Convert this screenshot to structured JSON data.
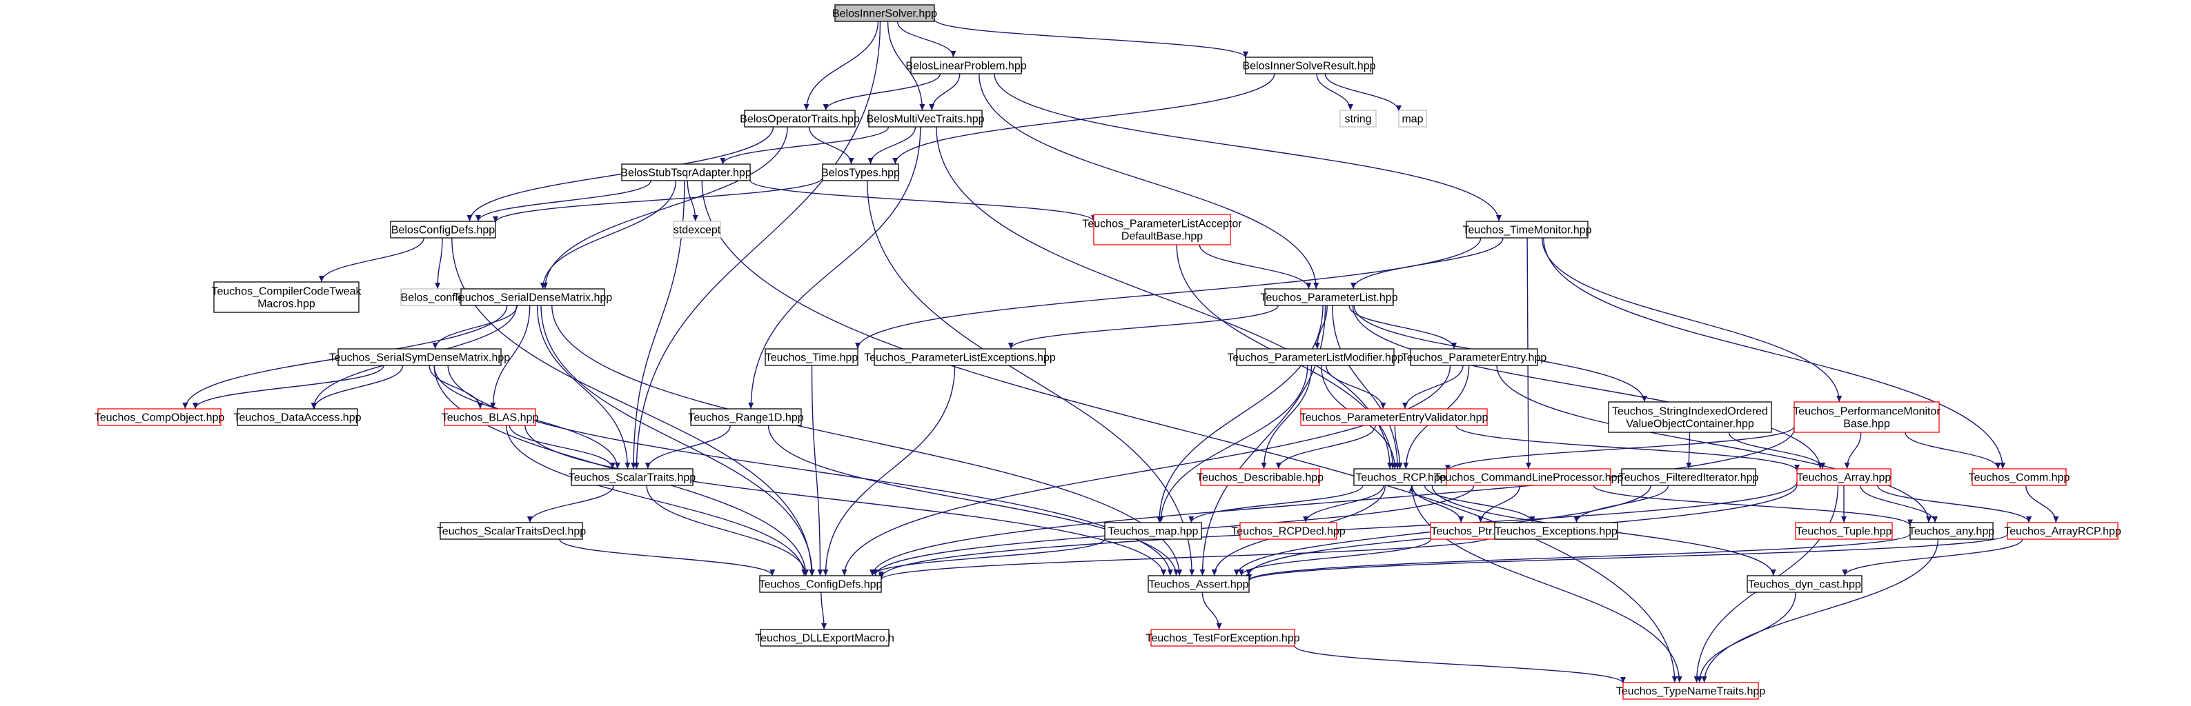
{
  "diagram": {
    "colors": {
      "edge": "#191970",
      "default_border": "#000000",
      "red_border": "#ff0000",
      "gray_border": "#bfbfbf",
      "root_fill": "#bfbfbf",
      "fill": "#ffffff"
    },
    "nodes": [
      {
        "id": "root",
        "lines": [
          "BelosInnerSolver.hpp"
        ],
        "style": "root"
      },
      {
        "id": "linprob",
        "lines": [
          "BelosLinearProblem.hpp"
        ],
        "style": "black"
      },
      {
        "id": "isresult",
        "lines": [
          "BelosInnerSolveResult.hpp"
        ],
        "style": "black"
      },
      {
        "id": "string",
        "lines": [
          "string"
        ],
        "style": "gray"
      },
      {
        "id": "map",
        "lines": [
          "map"
        ],
        "style": "gray"
      },
      {
        "id": "optraits",
        "lines": [
          "BelosOperatorTraits.hpp"
        ],
        "style": "black"
      },
      {
        "id": "mvtraits",
        "lines": [
          "BelosMultiVecTraits.hpp"
        ],
        "style": "black"
      },
      {
        "id": "stubtsqr",
        "lines": [
          "BelosStubTsqrAdapter.hpp"
        ],
        "style": "black"
      },
      {
        "id": "types",
        "lines": [
          "BelosTypes.hpp"
        ],
        "style": "black"
      },
      {
        "id": "stdexcept",
        "lines": [
          "stdexcept"
        ],
        "style": "gray"
      },
      {
        "id": "plad",
        "lines": [
          "Teuchos_ParameterListAcceptor",
          "DefaultBase.hpp"
        ],
        "style": "red"
      },
      {
        "id": "timemon",
        "lines": [
          "Teuchos_TimeMonitor.hpp"
        ],
        "style": "black"
      },
      {
        "id": "configdefs_b",
        "lines": [
          "BelosConfigDefs.hpp"
        ],
        "style": "black"
      },
      {
        "id": "cctm",
        "lines": [
          "Teuchos_CompilerCodeTweak",
          "Macros.hpp"
        ],
        "style": "black"
      },
      {
        "id": "belosconfig",
        "lines": [
          "Belos_config.h"
        ],
        "style": "gray"
      },
      {
        "id": "sdm",
        "lines": [
          "Teuchos_SerialDenseMatrix.hpp"
        ],
        "style": "black"
      },
      {
        "id": "plist",
        "lines": [
          "Teuchos_ParameterList.hpp"
        ],
        "style": "black"
      },
      {
        "id": "time",
        "lines": [
          "Teuchos_Time.hpp"
        ],
        "style": "black"
      },
      {
        "id": "plexc",
        "lines": [
          "Teuchos_ParameterListExceptions.hpp"
        ],
        "style": "black"
      },
      {
        "id": "plmod",
        "lines": [
          "Teuchos_ParameterListModifier.hpp"
        ],
        "style": "black"
      },
      {
        "id": "pentry",
        "lines": [
          "Teuchos_ParameterEntry.hpp"
        ],
        "style": "black"
      },
      {
        "id": "sivoc",
        "lines": [
          "Teuchos_StringIndexedOrdered",
          "ValueObjectContainer.hpp"
        ],
        "style": "black"
      },
      {
        "id": "perfmon",
        "lines": [
          "Teuchos_PerformanceMonitor",
          "Base.hpp"
        ],
        "style": "red"
      },
      {
        "id": "ssdm",
        "lines": [
          "Teuchos_SerialSymDenseMatrix.hpp"
        ],
        "style": "black"
      },
      {
        "id": "compobj",
        "lines": [
          "Teuchos_CompObject.hpp"
        ],
        "style": "red"
      },
      {
        "id": "dataaccess",
        "lines": [
          "Teuchos_DataAccess.hpp"
        ],
        "style": "black"
      },
      {
        "id": "blas",
        "lines": [
          "Teuchos_BLAS.hpp"
        ],
        "style": "red"
      },
      {
        "id": "range1d",
        "lines": [
          "Teuchos_Range1D.hpp"
        ],
        "style": "black"
      },
      {
        "id": "pev",
        "lines": [
          "Teuchos_ParameterEntryValidator.hpp"
        ],
        "style": "red"
      },
      {
        "id": "filtit",
        "lines": [
          "Teuchos_FilteredIterator.hpp"
        ],
        "style": "black"
      },
      {
        "id": "scalartraits",
        "lines": [
          "Teuchos_ScalarTraits.hpp"
        ],
        "style": "black"
      },
      {
        "id": "describable",
        "lines": [
          "Teuchos_Describable.hpp"
        ],
        "style": "red"
      },
      {
        "id": "rcp",
        "lines": [
          "Teuchos_RCP.hpp"
        ],
        "style": "black"
      },
      {
        "id": "clp",
        "lines": [
          "Teuchos_CommandLineProcessor.hpp"
        ],
        "style": "red"
      },
      {
        "id": "array",
        "lines": [
          "Teuchos_Array.hpp"
        ],
        "style": "red"
      },
      {
        "id": "comm",
        "lines": [
          "Teuchos_Comm.hpp"
        ],
        "style": "red"
      },
      {
        "id": "stdecl",
        "lines": [
          "Teuchos_ScalarTraitsDecl.hpp"
        ],
        "style": "black"
      },
      {
        "id": "tmap",
        "lines": [
          "Teuchos_map.hpp"
        ],
        "style": "black"
      },
      {
        "id": "rcpdecl",
        "lines": [
          "Teuchos_RCPDecl.hpp"
        ],
        "style": "red"
      },
      {
        "id": "ptr",
        "lines": [
          "Teuchos_Ptr.hpp"
        ],
        "style": "red"
      },
      {
        "id": "exceptions",
        "lines": [
          "Teuchos_Exceptions.hpp"
        ],
        "style": "black"
      },
      {
        "id": "tuple",
        "lines": [
          "Teuchos_Tuple.hpp"
        ],
        "style": "red"
      },
      {
        "id": "any",
        "lines": [
          "Teuchos_any.hpp"
        ],
        "style": "black"
      },
      {
        "id": "arrayrcp",
        "lines": [
          "Teuchos_ArrayRCP.hpp"
        ],
        "style": "red"
      },
      {
        "id": "configdefs_t",
        "lines": [
          "Teuchos_ConfigDefs.hpp"
        ],
        "style": "black"
      },
      {
        "id": "assert",
        "lines": [
          "Teuchos_Assert.hpp"
        ],
        "style": "black"
      },
      {
        "id": "dyncast",
        "lines": [
          "Teuchos_dyn_cast.hpp"
        ],
        "style": "black"
      },
      {
        "id": "dllexport",
        "lines": [
          "Teuchos_DLLExportMacro.h"
        ],
        "style": "black"
      },
      {
        "id": "tfe",
        "lines": [
          "Teuchos_TestForException.hpp"
        ],
        "style": "red"
      },
      {
        "id": "typename",
        "lines": [
          "Teuchos_TypeNameTraits.hpp"
        ],
        "style": "red"
      }
    ],
    "edges": [
      [
        "root",
        "linprob"
      ],
      [
        "root",
        "isresult"
      ],
      [
        "root",
        "optraits"
      ],
      [
        "root",
        "mvtraits"
      ],
      [
        "root",
        "scalartraits"
      ],
      [
        "linprob",
        "optraits"
      ],
      [
        "linprob",
        "mvtraits"
      ],
      [
        "linprob",
        "plist"
      ],
      [
        "linprob",
        "timemon"
      ],
      [
        "isresult",
        "string"
      ],
      [
        "isresult",
        "map"
      ],
      [
        "isresult",
        "types"
      ],
      [
        "optraits",
        "types"
      ],
      [
        "optraits",
        "configdefs_b"
      ],
      [
        "optraits",
        "sdm"
      ],
      [
        "mvtraits",
        "types"
      ],
      [
        "mvtraits",
        "stubtsqr"
      ],
      [
        "mvtraits",
        "range1d"
      ],
      [
        "mvtraits",
        "rcp"
      ],
      [
        "stubtsqr",
        "configdefs_b"
      ],
      [
        "stubtsqr",
        "stdexcept"
      ],
      [
        "stubtsqr",
        "plad"
      ],
      [
        "stubtsqr",
        "sdm"
      ],
      [
        "stubtsqr",
        "scalartraits"
      ],
      [
        "stubtsqr",
        "typename"
      ],
      [
        "types",
        "configdefs_b"
      ],
      [
        "types",
        "assert"
      ],
      [
        "plad",
        "plist"
      ],
      [
        "plad",
        "rcp"
      ],
      [
        "timemon",
        "plist"
      ],
      [
        "timemon",
        "time"
      ],
      [
        "timemon",
        "perfmon"
      ],
      [
        "timemon",
        "clp"
      ],
      [
        "timemon",
        "comm"
      ],
      [
        "configdefs_b",
        "cctm"
      ],
      [
        "configdefs_b",
        "belosconfig"
      ],
      [
        "configdefs_b",
        "configdefs_t"
      ],
      [
        "sdm",
        "ssdm"
      ],
      [
        "sdm",
        "compobj"
      ],
      [
        "sdm",
        "dataaccess"
      ],
      [
        "sdm",
        "blas"
      ],
      [
        "sdm",
        "scalartraits"
      ],
      [
        "sdm",
        "configdefs_t"
      ],
      [
        "sdm",
        "assert"
      ],
      [
        "plist",
        "plexc"
      ],
      [
        "plist",
        "plmod"
      ],
      [
        "plist",
        "pentry"
      ],
      [
        "plist",
        "sivoc"
      ],
      [
        "plist",
        "rcp"
      ],
      [
        "plist",
        "array"
      ],
      [
        "plist",
        "tmap"
      ],
      [
        "plist",
        "assert"
      ],
      [
        "time",
        "configdefs_t"
      ],
      [
        "plexc",
        "configdefs_t"
      ],
      [
        "plmod",
        "pev"
      ],
      [
        "plmod",
        "rcp"
      ],
      [
        "plmod",
        "describable"
      ],
      [
        "plmod",
        "tmap"
      ],
      [
        "pentry",
        "pev"
      ],
      [
        "pentry",
        "rcp"
      ],
      [
        "pentry",
        "any"
      ],
      [
        "pentry",
        "configdefs_t"
      ],
      [
        "sivoc",
        "array"
      ],
      [
        "sivoc",
        "filtit"
      ],
      [
        "perfmon",
        "array"
      ],
      [
        "perfmon",
        "comm"
      ],
      [
        "perfmon",
        "rcp"
      ],
      [
        "perfmon",
        "configdefs_t"
      ],
      [
        "ssdm",
        "compobj"
      ],
      [
        "ssdm",
        "dataaccess"
      ],
      [
        "ssdm",
        "blas"
      ],
      [
        "ssdm",
        "scalartraits"
      ],
      [
        "ssdm",
        "configdefs_t"
      ],
      [
        "ssdm",
        "assert"
      ],
      [
        "blas",
        "scalartraits"
      ],
      [
        "blas",
        "configdefs_t"
      ],
      [
        "blas",
        "assert"
      ],
      [
        "range1d",
        "scalartraits"
      ],
      [
        "range1d",
        "assert"
      ],
      [
        "pev",
        "describable"
      ],
      [
        "pev",
        "rcp"
      ],
      [
        "pev",
        "array"
      ],
      [
        "filtit",
        "exceptions"
      ],
      [
        "filtit",
        "assert"
      ],
      [
        "scalartraits",
        "stdecl"
      ],
      [
        "scalartraits",
        "configdefs_t"
      ],
      [
        "rcp",
        "rcpdecl"
      ],
      [
        "rcp",
        "ptr"
      ],
      [
        "rcp",
        "tmap"
      ],
      [
        "rcp",
        "exceptions"
      ],
      [
        "rcp",
        "assert"
      ],
      [
        "rcp",
        "dyncast"
      ],
      [
        "rcp",
        "typename"
      ],
      [
        "clp",
        "ptr"
      ],
      [
        "clp",
        "any"
      ],
      [
        "clp",
        "configdefs_t"
      ],
      [
        "array",
        "tuple"
      ],
      [
        "array",
        "arrayrcp"
      ],
      [
        "array",
        "any"
      ],
      [
        "array",
        "assert"
      ],
      [
        "array",
        "configdefs_t"
      ],
      [
        "array",
        "typename"
      ],
      [
        "comm",
        "arrayrcp"
      ],
      [
        "stdecl",
        "configdefs_t"
      ],
      [
        "tmap",
        "configdefs_t"
      ],
      [
        "ptr",
        "rcp"
      ],
      [
        "ptr",
        "assert"
      ],
      [
        "exceptions",
        "configdefs_t"
      ],
      [
        "any",
        "assert"
      ],
      [
        "any",
        "typename"
      ],
      [
        "arrayrcp",
        "assert"
      ],
      [
        "arrayrcp",
        "dyncast"
      ],
      [
        "configdefs_t",
        "dllexport"
      ],
      [
        "assert",
        "tfe"
      ],
      [
        "dyncast",
        "typename"
      ],
      [
        "tfe",
        "typename"
      ]
    ]
  }
}
